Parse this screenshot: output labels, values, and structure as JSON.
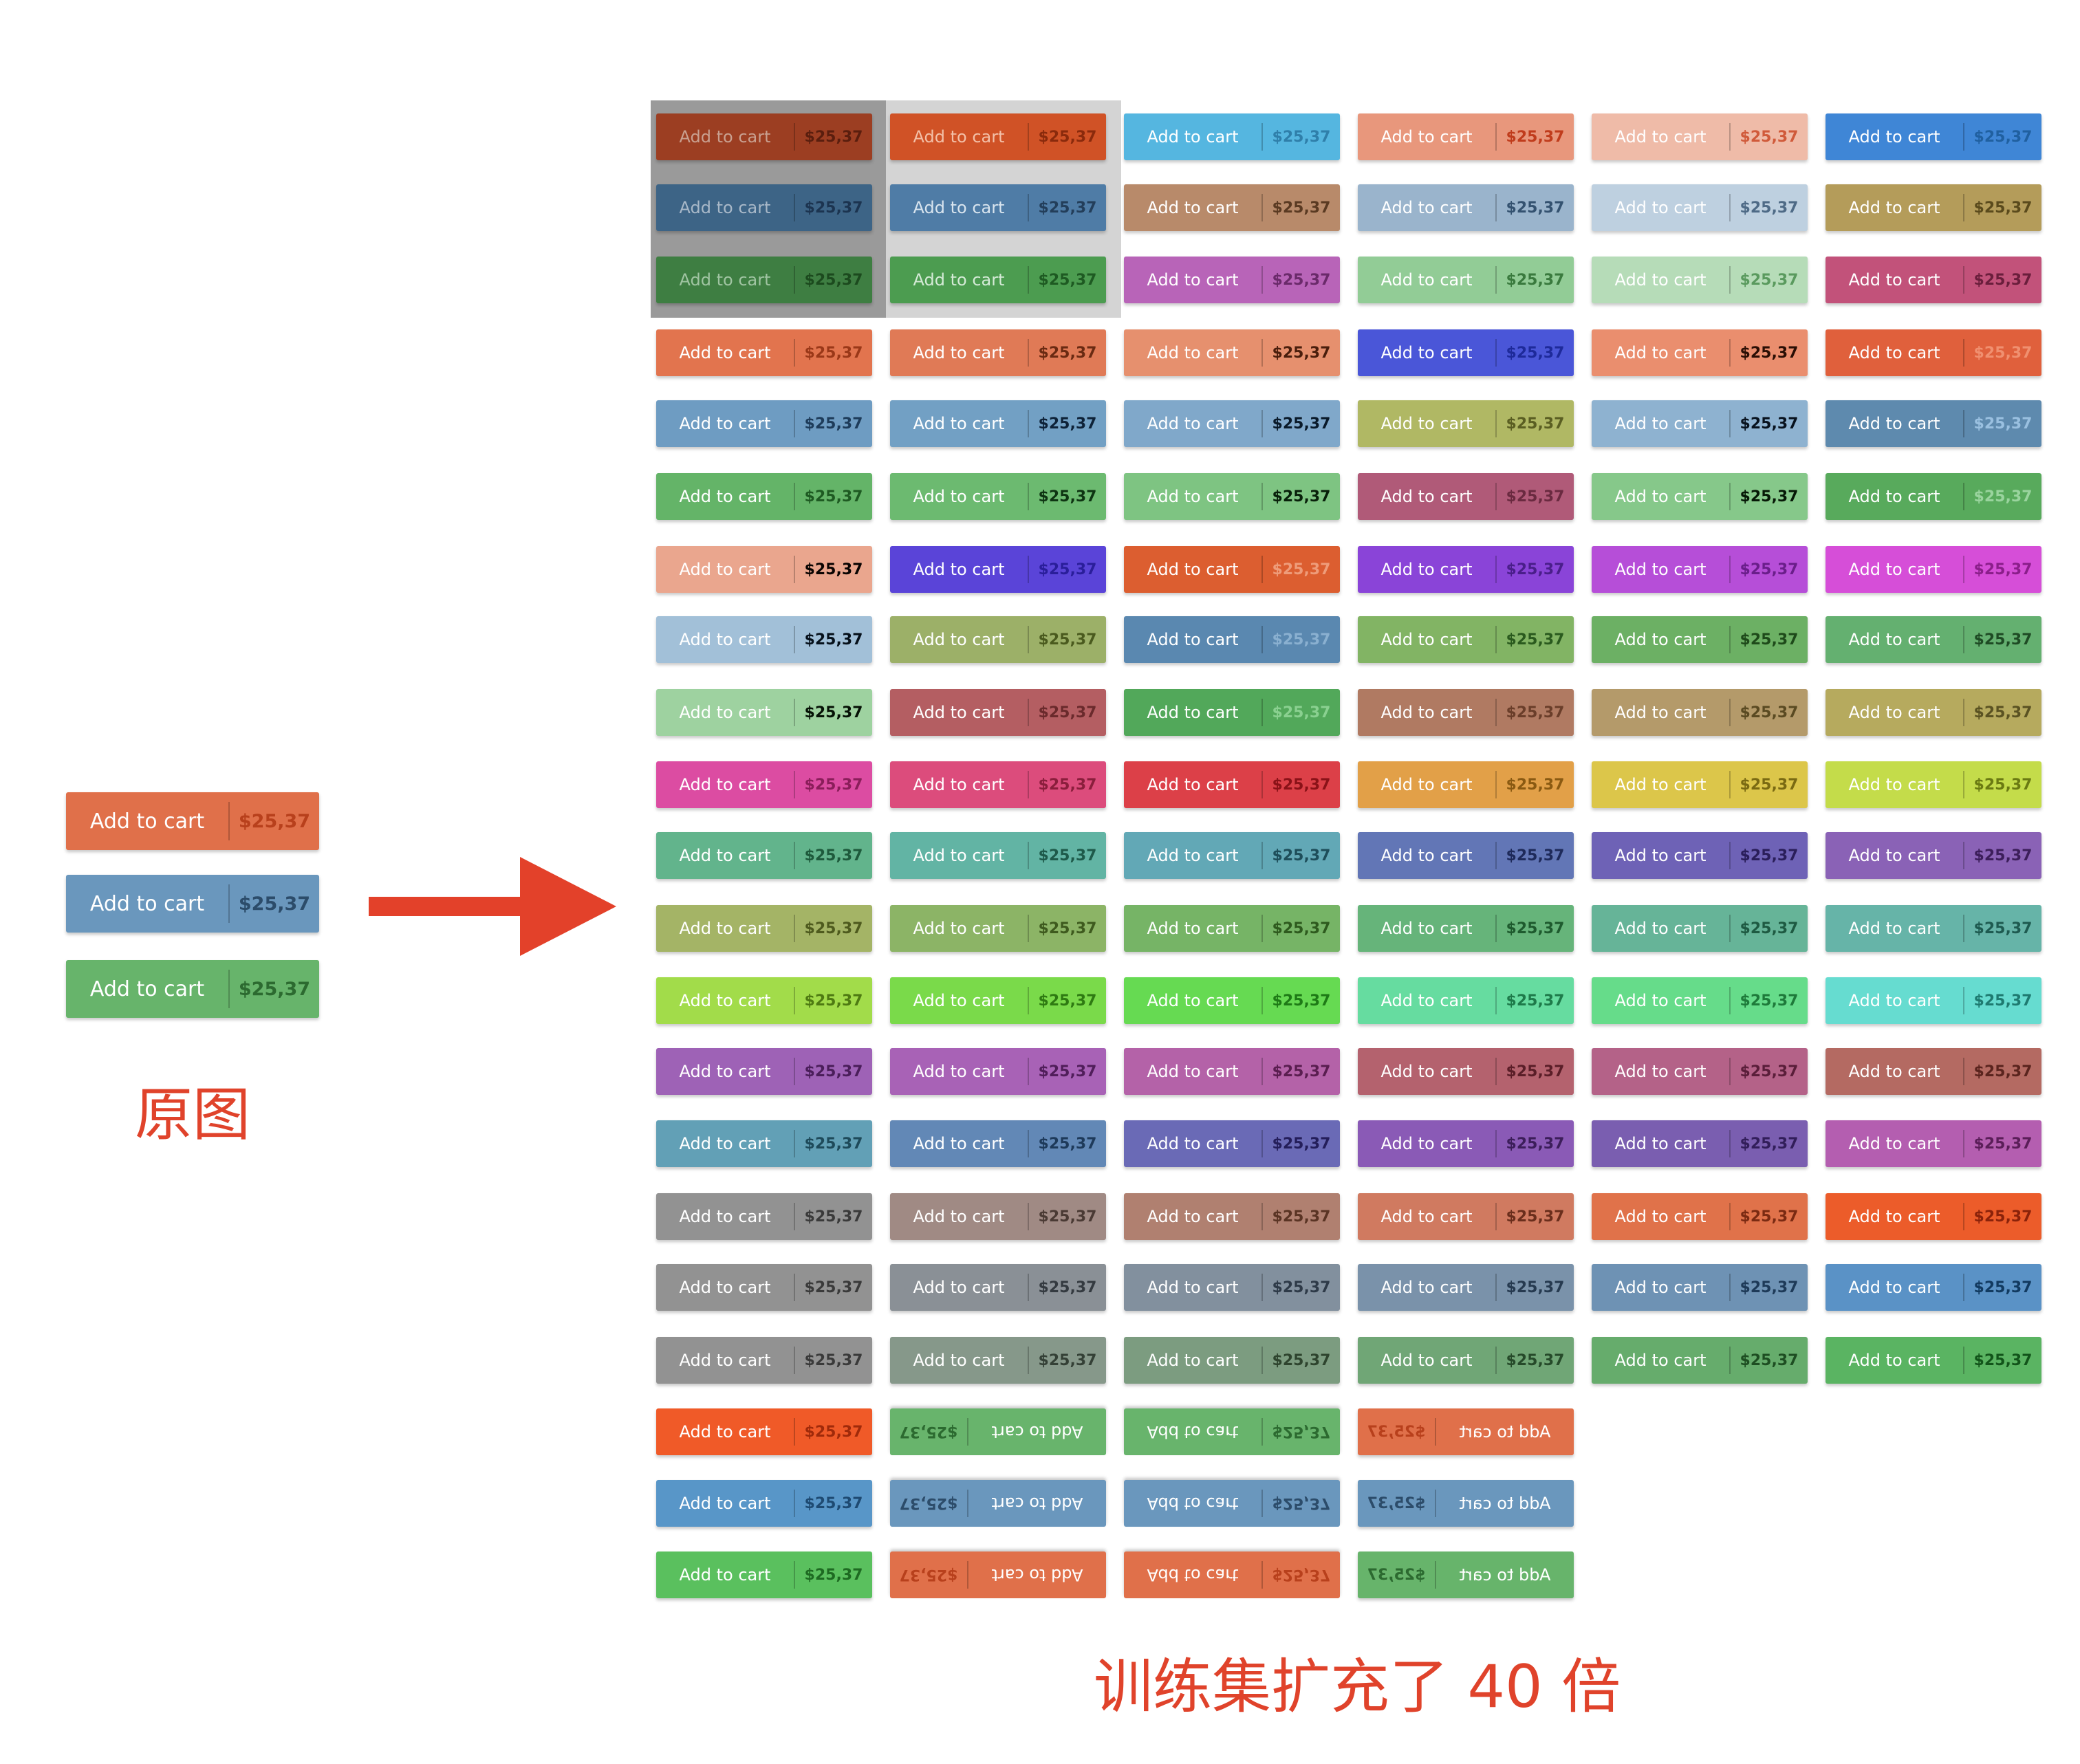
{
  "button": {
    "label": "Add to cart",
    "price": "$25,37",
    "mirrored_label": "Add to cart",
    "mirrored_price": "$25,37"
  },
  "original_caption": "原图",
  "augmented_caption": "训练集扩充了 40 倍",
  "colors": {
    "arrow": "#e3412a",
    "caption": "#e0432b"
  },
  "original_buttons": [
    {
      "bg": "#e0704a",
      "price_color": "#b8401c",
      "label_color": "#ffffff"
    },
    {
      "bg": "#6a97bd",
      "price_color": "#2c4c6a",
      "label_color": "#ffffff"
    },
    {
      "bg": "#67b46b",
      "price_color": "#2c6a30",
      "label_color": "#ffffff"
    }
  ],
  "grid": [
    [
      {
        "bg": "#9c3e22",
        "lc": "#c9a090",
        "pc": "#5a1e0e"
      },
      {
        "bg": "#d05226",
        "lc": "#f3c0a8",
        "pc": "#8a2a0c"
      },
      {
        "bg": "#55b6e0",
        "lc": "#ffffff",
        "pc": "#2f7faa"
      },
      {
        "bg": "#e8977c",
        "lc": "#ffffff",
        "pc": "#c03c1c"
      },
      {
        "bg": "#efbba8",
        "lc": "#ffffff",
        "pc": "#d05a3a"
      },
      {
        "bg": "#3f86d6",
        "lc": "#ffffff",
        "pc": "#2060a0"
      }
    ],
    [
      {
        "bg": "#3d6486",
        "lc": "#a8b8c8",
        "pc": "#1c3450"
      },
      {
        "bg": "#4f7ca6",
        "lc": "#d8e4ee",
        "pc": "#233e5a"
      },
      {
        "bg": "#b88a6a",
        "lc": "#ffffff",
        "pc": "#5a3a22"
      },
      {
        "bg": "#9ab4cc",
        "lc": "#ffffff",
        "pc": "#345270"
      },
      {
        "bg": "#bed0e0",
        "lc": "#ffffff",
        "pc": "#4e6a86"
      },
      {
        "bg": "#b49c5a",
        "lc": "#ffffff",
        "pc": "#5a4a1c"
      }
    ],
    [
      {
        "bg": "#3e7e42",
        "lc": "#a0c4a2",
        "pc": "#1c4a1e"
      },
      {
        "bg": "#4c9c50",
        "lc": "#d4ead6",
        "pc": "#1e5a22"
      },
      {
        "bg": "#b864b8",
        "lc": "#ffffff",
        "pc": "#6a2a6a"
      },
      {
        "bg": "#92cc96",
        "lc": "#ffffff",
        "pc": "#3a7a3e"
      },
      {
        "bg": "#b6dcb8",
        "lc": "#ffffff",
        "pc": "#5a9a5e"
      },
      {
        "bg": "#c2527a",
        "lc": "#ffffff",
        "pc": "#6a1e3c"
      }
    ],
    [
      {
        "bg": "#e2744e",
        "lc": "#ffffff",
        "pc": "#9a3818"
      },
      {
        "bg": "#e07a56",
        "lc": "#ffffff",
        "pc": "#6a2a12"
      },
      {
        "bg": "#e6906e",
        "lc": "#ffffff",
        "pc": "#4a1e0c"
      },
      {
        "bg": "#4a56d8",
        "lc": "#ffffff",
        "pc": "#1e2a9a"
      },
      {
        "bg": "#ea8e6e",
        "lc": "#ffffff",
        "pc": "#2a0e04"
      },
      {
        "bg": "#e0603c",
        "lc": "#ffffff",
        "pc": "#f09070"
      }
    ],
    [
      {
        "bg": "#6e9cc2",
        "lc": "#ffffff",
        "pc": "#1e3c5a"
      },
      {
        "bg": "#72a0c4",
        "lc": "#ffffff",
        "pc": "#0e2238"
      },
      {
        "bg": "#80a8ca",
        "lc": "#ffffff",
        "pc": "#0a1a2a"
      },
      {
        "bg": "#b0b864",
        "lc": "#ffffff",
        "pc": "#5a5e22"
      },
      {
        "bg": "#8eb2d0",
        "lc": "#ffffff",
        "pc": "#08121e"
      },
      {
        "bg": "#5e8aae",
        "lc": "#ffffff",
        "pc": "#9ac0e0"
      }
    ],
    [
      {
        "bg": "#64b468",
        "lc": "#ffffff",
        "pc": "#1e5a22"
      },
      {
        "bg": "#6cba70",
        "lc": "#ffffff",
        "pc": "#0e3412"
      },
      {
        "bg": "#7ec482",
        "lc": "#ffffff",
        "pc": "#08200a"
      },
      {
        "bg": "#b05a78",
        "lc": "#ffffff",
        "pc": "#6a2a40"
      },
      {
        "bg": "#86c88a",
        "lc": "#ffffff",
        "pc": "#061806"
      },
      {
        "bg": "#58aa5c",
        "lc": "#ffffff",
        "pc": "#9ad49e"
      }
    ],
    [
      {
        "bg": "#eaa68e",
        "lc": "#ffffff",
        "pc": "#0a0402"
      },
      {
        "bg": "#5a44d8",
        "lc": "#ffffff",
        "pc": "#2a1e9a"
      },
      {
        "bg": "#dc5e30",
        "lc": "#ffffff",
        "pc": "#ee9c7a"
      },
      {
        "bg": "#8a44d8",
        "lc": "#ffffff",
        "pc": "#4a1e8a"
      },
      {
        "bg": "#b64ed8",
        "lc": "#ffffff",
        "pc": "#6a1e8a"
      },
      {
        "bg": "#d64ed8",
        "lc": "#ffffff",
        "pc": "#8a1e8a"
      }
    ],
    [
      {
        "bg": "#a2c0d8",
        "lc": "#ffffff",
        "pc": "#06101a"
      },
      {
        "bg": "#9cb068",
        "lc": "#ffffff",
        "pc": "#4a5a1e"
      },
      {
        "bg": "#5a88b0",
        "lc": "#ffffff",
        "pc": "#8ab0d0"
      },
      {
        "bg": "#82b464",
        "lc": "#ffffff",
        "pc": "#2a5a1e"
      },
      {
        "bg": "#6cb064",
        "lc": "#ffffff",
        "pc": "#1e4a1a"
      },
      {
        "bg": "#64b070",
        "lc": "#ffffff",
        "pc": "#1e4a24"
      }
    ],
    [
      {
        "bg": "#9ed2a0",
        "lc": "#ffffff",
        "pc": "#061206"
      },
      {
        "bg": "#b45e62",
        "lc": "#ffffff",
        "pc": "#6a2a2c"
      },
      {
        "bg": "#52a85a",
        "lc": "#ffffff",
        "pc": "#8ad090"
      },
      {
        "bg": "#b07a62",
        "lc": "#ffffff",
        "pc": "#6a3e2a"
      },
      {
        "bg": "#b49a6a",
        "lc": "#ffffff",
        "pc": "#5a4a22"
      },
      {
        "bg": "#b6aa5e",
        "lc": "#ffffff",
        "pc": "#5a5222"
      }
    ],
    [
      {
        "bg": "#dc4ca2",
        "lc": "#ffffff",
        "pc": "#8a1e5a"
      },
      {
        "bg": "#dc4c7c",
        "lc": "#ffffff",
        "pc": "#8a1e3c"
      },
      {
        "bg": "#dc4048",
        "lc": "#ffffff",
        "pc": "#8a1218"
      },
      {
        "bg": "#e2a048",
        "lc": "#ffffff",
        "pc": "#8a5a12"
      },
      {
        "bg": "#dcc64a",
        "lc": "#ffffff",
        "pc": "#7a6a12"
      },
      {
        "bg": "#c4dc4a",
        "lc": "#ffffff",
        "pc": "#6a7a12"
      }
    ],
    [
      {
        "bg": "#62b48c",
        "lc": "#ffffff",
        "pc": "#1e5a3c"
      },
      {
        "bg": "#62b4a4",
        "lc": "#ffffff",
        "pc": "#1e5a4a"
      },
      {
        "bg": "#62a8b6",
        "lc": "#ffffff",
        "pc": "#1e4e5a"
      },
      {
        "bg": "#6276b6",
        "lc": "#ffffff",
        "pc": "#1e2a5a"
      },
      {
        "bg": "#6e62b6",
        "lc": "#ffffff",
        "pc": "#2a1e5a"
      },
      {
        "bg": "#8a62b6",
        "lc": "#ffffff",
        "pc": "#3c1e5a"
      }
    ],
    [
      {
        "bg": "#a4b466",
        "lc": "#ffffff",
        "pc": "#4e5a1e"
      },
      {
        "bg": "#8cb466",
        "lc": "#ffffff",
        "pc": "#3e5a1e"
      },
      {
        "bg": "#76b466",
        "lc": "#ffffff",
        "pc": "#2e5a1e"
      },
      {
        "bg": "#66b47a",
        "lc": "#ffffff",
        "pc": "#1e5a2e"
      },
      {
        "bg": "#66b498",
        "lc": "#ffffff",
        "pc": "#1e5a42"
      },
      {
        "bg": "#66b4a8",
        "lc": "#ffffff",
        "pc": "#1e5a50"
      }
    ],
    [
      {
        "bg": "#a2dc4a",
        "lc": "#ffffff",
        "pc": "#4e7a12"
      },
      {
        "bg": "#7ada4a",
        "lc": "#ffffff",
        "pc": "#2e7a12"
      },
      {
        "bg": "#66da52",
        "lc": "#ffffff",
        "pc": "#1e7a16"
      },
      {
        "bg": "#66dca0",
        "lc": "#ffffff",
        "pc": "#1e7a4a"
      },
      {
        "bg": "#66dc8a",
        "lc": "#ffffff",
        "pc": "#1e7a3a"
      },
      {
        "bg": "#66dcd0",
        "lc": "#ffffff",
        "pc": "#1e7a70"
      }
    ],
    [
      {
        "bg": "#9e62b6",
        "lc": "#ffffff",
        "pc": "#4a1e5a"
      },
      {
        "bg": "#a862b6",
        "lc": "#ffffff",
        "pc": "#501e5a"
      },
      {
        "bg": "#b462a8",
        "lc": "#ffffff",
        "pc": "#5a1e50"
      },
      {
        "bg": "#b4626e",
        "lc": "#ffffff",
        "pc": "#5a1e28"
      },
      {
        "bg": "#b46288",
        "lc": "#ffffff",
        "pc": "#5a1e3a"
      },
      {
        "bg": "#b46a62",
        "lc": "#ffffff",
        "pc": "#5a241e"
      }
    ],
    [
      {
        "bg": "#62a0b6",
        "lc": "#ffffff",
        "pc": "#1e4a5a"
      },
      {
        "bg": "#6288b6",
        "lc": "#ffffff",
        "pc": "#1e3a5a"
      },
      {
        "bg": "#6a6ab6",
        "lc": "#ffffff",
        "pc": "#241e5a"
      },
      {
        "bg": "#8a5ab6",
        "lc": "#ffffff",
        "pc": "#3c1e5a"
      },
      {
        "bg": "#7a5eb0",
        "lc": "#ffffff",
        "pc": "#321e5a"
      },
      {
        "bg": "#b45eb0",
        "lc": "#ffffff",
        "pc": "#5a1e58"
      }
    ],
    [
      {
        "bg": "#929292",
        "lc": "#ffffff",
        "pc": "#3a3a3a"
      },
      {
        "bg": "#a08a84",
        "lc": "#ffffff",
        "pc": "#4a3a34"
      },
      {
        "bg": "#b08070",
        "lc": "#ffffff",
        "pc": "#5a3424"
      },
      {
        "bg": "#d07a60",
        "lc": "#ffffff",
        "pc": "#6a2e1c"
      },
      {
        "bg": "#e0724a",
        "lc": "#ffffff",
        "pc": "#7a2a12"
      },
      {
        "bg": "#ec5c2a",
        "lc": "#ffffff",
        "pc": "#8a220a"
      }
    ],
    [
      {
        "bg": "#929292",
        "lc": "#ffffff",
        "pc": "#3a3a3a"
      },
      {
        "bg": "#8a9096",
        "lc": "#ffffff",
        "pc": "#343a40"
      },
      {
        "bg": "#82909e",
        "lc": "#ffffff",
        "pc": "#2e3a48"
      },
      {
        "bg": "#7a92aa",
        "lc": "#ffffff",
        "pc": "#263a50"
      },
      {
        "bg": "#6e92b4",
        "lc": "#ffffff",
        "pc": "#1e3a58"
      },
      {
        "bg": "#5a92c6",
        "lc": "#ffffff",
        "pc": "#123a60"
      }
    ],
    [
      {
        "bg": "#929292",
        "lc": "#ffffff",
        "pc": "#3a3a3a"
      },
      {
        "bg": "#86988a",
        "lc": "#ffffff",
        "pc": "#344036"
      },
      {
        "bg": "#7c9c80",
        "lc": "#ffffff",
        "pc": "#2e442e"
      },
      {
        "bg": "#70a676",
        "lc": "#ffffff",
        "pc": "#264a2a"
      },
      {
        "bg": "#66ac6c",
        "lc": "#ffffff",
        "pc": "#1e4e22"
      },
      {
        "bg": "#5ab462",
        "lc": "#ffffff",
        "pc": "#12541a"
      }
    ]
  ],
  "extra_rows": [
    [
      {
        "bg": "#f05a28",
        "lc": "#ffffff",
        "pc": "#a02a0a",
        "mode": "normal"
      },
      {
        "bg": "#68b46c",
        "lc": "#ffffff",
        "pc": "#2c6a30",
        "mode": "rot"
      },
      {
        "bg": "#68b46c",
        "lc": "#ffffff",
        "pc": "#2c6a30",
        "mode": "flipv"
      },
      {
        "bg": "#e0704a",
        "lc": "#ffffff",
        "pc": "#b8401c",
        "mode": "fliph"
      }
    ],
    [
      {
        "bg": "#5896c8",
        "lc": "#ffffff",
        "pc": "#1e4a72",
        "mode": "normal"
      },
      {
        "bg": "#6a97bd",
        "lc": "#ffffff",
        "pc": "#2c4c6a",
        "mode": "rot"
      },
      {
        "bg": "#6a97bd",
        "lc": "#ffffff",
        "pc": "#2c4c6a",
        "mode": "flipv"
      },
      {
        "bg": "#6a97bd",
        "lc": "#ffffff",
        "pc": "#2c4c6a",
        "mode": "fliph"
      }
    ],
    [
      {
        "bg": "#5ac05e",
        "lc": "#ffffff",
        "pc": "#1e6a22",
        "mode": "normal"
      },
      {
        "bg": "#e0704a",
        "lc": "#ffffff",
        "pc": "#b8401c",
        "mode": "rot"
      },
      {
        "bg": "#e0704a",
        "lc": "#ffffff",
        "pc": "#b8401c",
        "mode": "flipv"
      },
      {
        "bg": "#67b46b",
        "lc": "#ffffff",
        "pc": "#2c6a30",
        "mode": "fliph"
      }
    ]
  ]
}
